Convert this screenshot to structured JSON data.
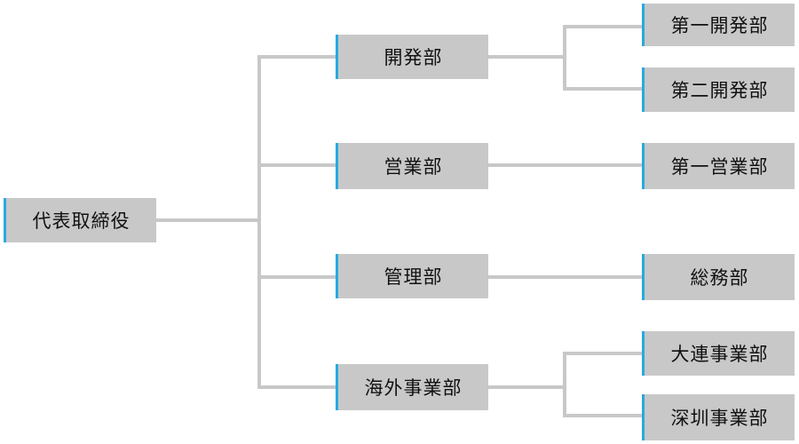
{
  "org_chart": {
    "root": "代表取締役",
    "departments": [
      {
        "label": "開発部",
        "children": [
          "第一開発部",
          "第二開発部"
        ]
      },
      {
        "label": "営業部",
        "children": [
          "第一営業部"
        ]
      },
      {
        "label": "管理部",
        "children": [
          "総務部"
        ]
      },
      {
        "label": "海外事業部",
        "children": [
          "大連事業部",
          "深圳事業部"
        ]
      }
    ]
  },
  "colors": {
    "node_fill": "#c8c8c8",
    "connector": "#c8c8c8",
    "accent": "#29a9e0",
    "text": "#111111"
  }
}
